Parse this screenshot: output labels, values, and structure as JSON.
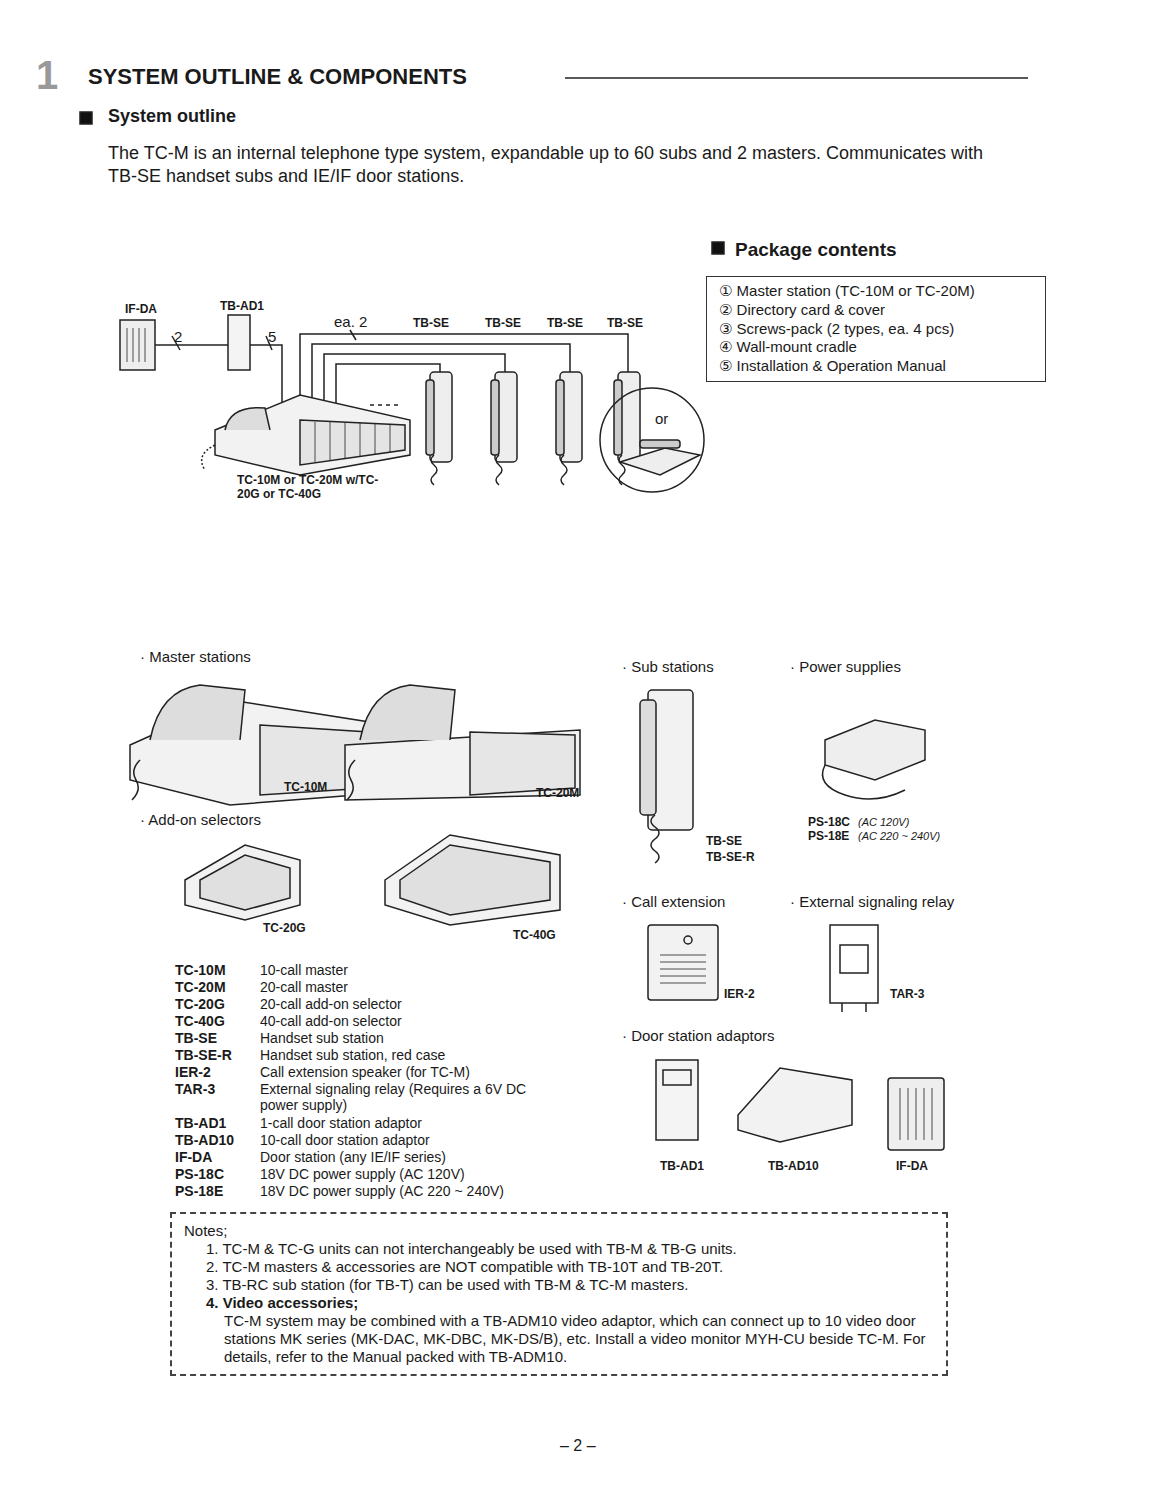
{
  "diagram": {
    "title": "SYSTEM OUTLINE & COMPONENTS",
    "nodes": [
      {
        "text": [
          "Package contents",
          "① Master station (TC-10M or TC-20M)",
          "② Directory card & cover",
          "③ Screws-pack (2 types, ea. 4 pcs)",
          "④ Wall-mount cradle",
          "⑤ Installation & Operation Manual"
        ]
      },
      {
        "text": [
          "Notes;",
          "1. TC-M & TC-G units can not interchangeably be used with TB-M & TB-G units.",
          "2. TC-M masters & accessories are NOT compatible with TB-10T and TB-20T.",
          "3. TB-RC sub station (for TB-T) can be used with TB-M & TC-M masters.",
          "4. Video accessories;",
          "TC-M system may be combined with a TB-ADM10 video adaptor, which can connect up to 10 video door stations MK series (MK-DAC, MK-DBC, MK-DS/B), etc. Install a video monitor MYH-CU beside TC-M. For details, refer to the Manual packed with TB-ADM10."
        ]
      }
    ],
    "labels": [
      "1",
      "System outline",
      "The TC-M is an internal telephone type system, expandable up to 60 subs and 2 masters. Communicates with TB-SE handset subs and IE/IF door stations.",
      "IF-DA",
      "TB-AD1",
      "2",
      "5",
      "ea. 2",
      "TB-SE",
      "TB-SE",
      "TB-SE",
      "TB-SE",
      "or",
      "TC-10M or TC-20M w/TC-20G or TC-40G",
      "· Master stations",
      "TC-10M",
      "TC-20M",
      "· Add-on selectors",
      "TC-20G",
      "TC-40G",
      "TC-10M",
      "10-call master",
      "TC-20M",
      "20-call master",
      "TC-20G",
      "20-call add-on selector",
      "TC-40G",
      "40-call add-on selector",
      "TB-SE",
      "Handset sub station",
      "TB-SE-R",
      "Handset sub station, red case",
      "IER-2",
      "Call extension speaker (for TC-M)",
      "TAR-3",
      "External signaling relay (Requires a 6V DC power supply)",
      "TB-AD1",
      "1-call door station adaptor",
      "TB-AD10",
      "10-call door station adaptor",
      "IF-DA",
      "Door station (any IE/IF series)",
      "PS-18C",
      "18V DC power supply (AC 120V)",
      "PS-18E",
      "18V DC power supply (AC 220 ~ 240V)",
      "· Sub stations",
      "· Power supplies",
      "TB-SE",
      "TB-SE-R",
      "PS-18C",
      "(AC 120V)",
      "PS-18E",
      "(AC 220 ~ 240V)",
      "· Call extension",
      "· External signaling relay",
      "IER-2",
      "TAR-3",
      "· Door station adaptors",
      "TB-AD1",
      "TB-AD10",
      "IF-DA",
      "– 2 –"
    ]
  }
}
